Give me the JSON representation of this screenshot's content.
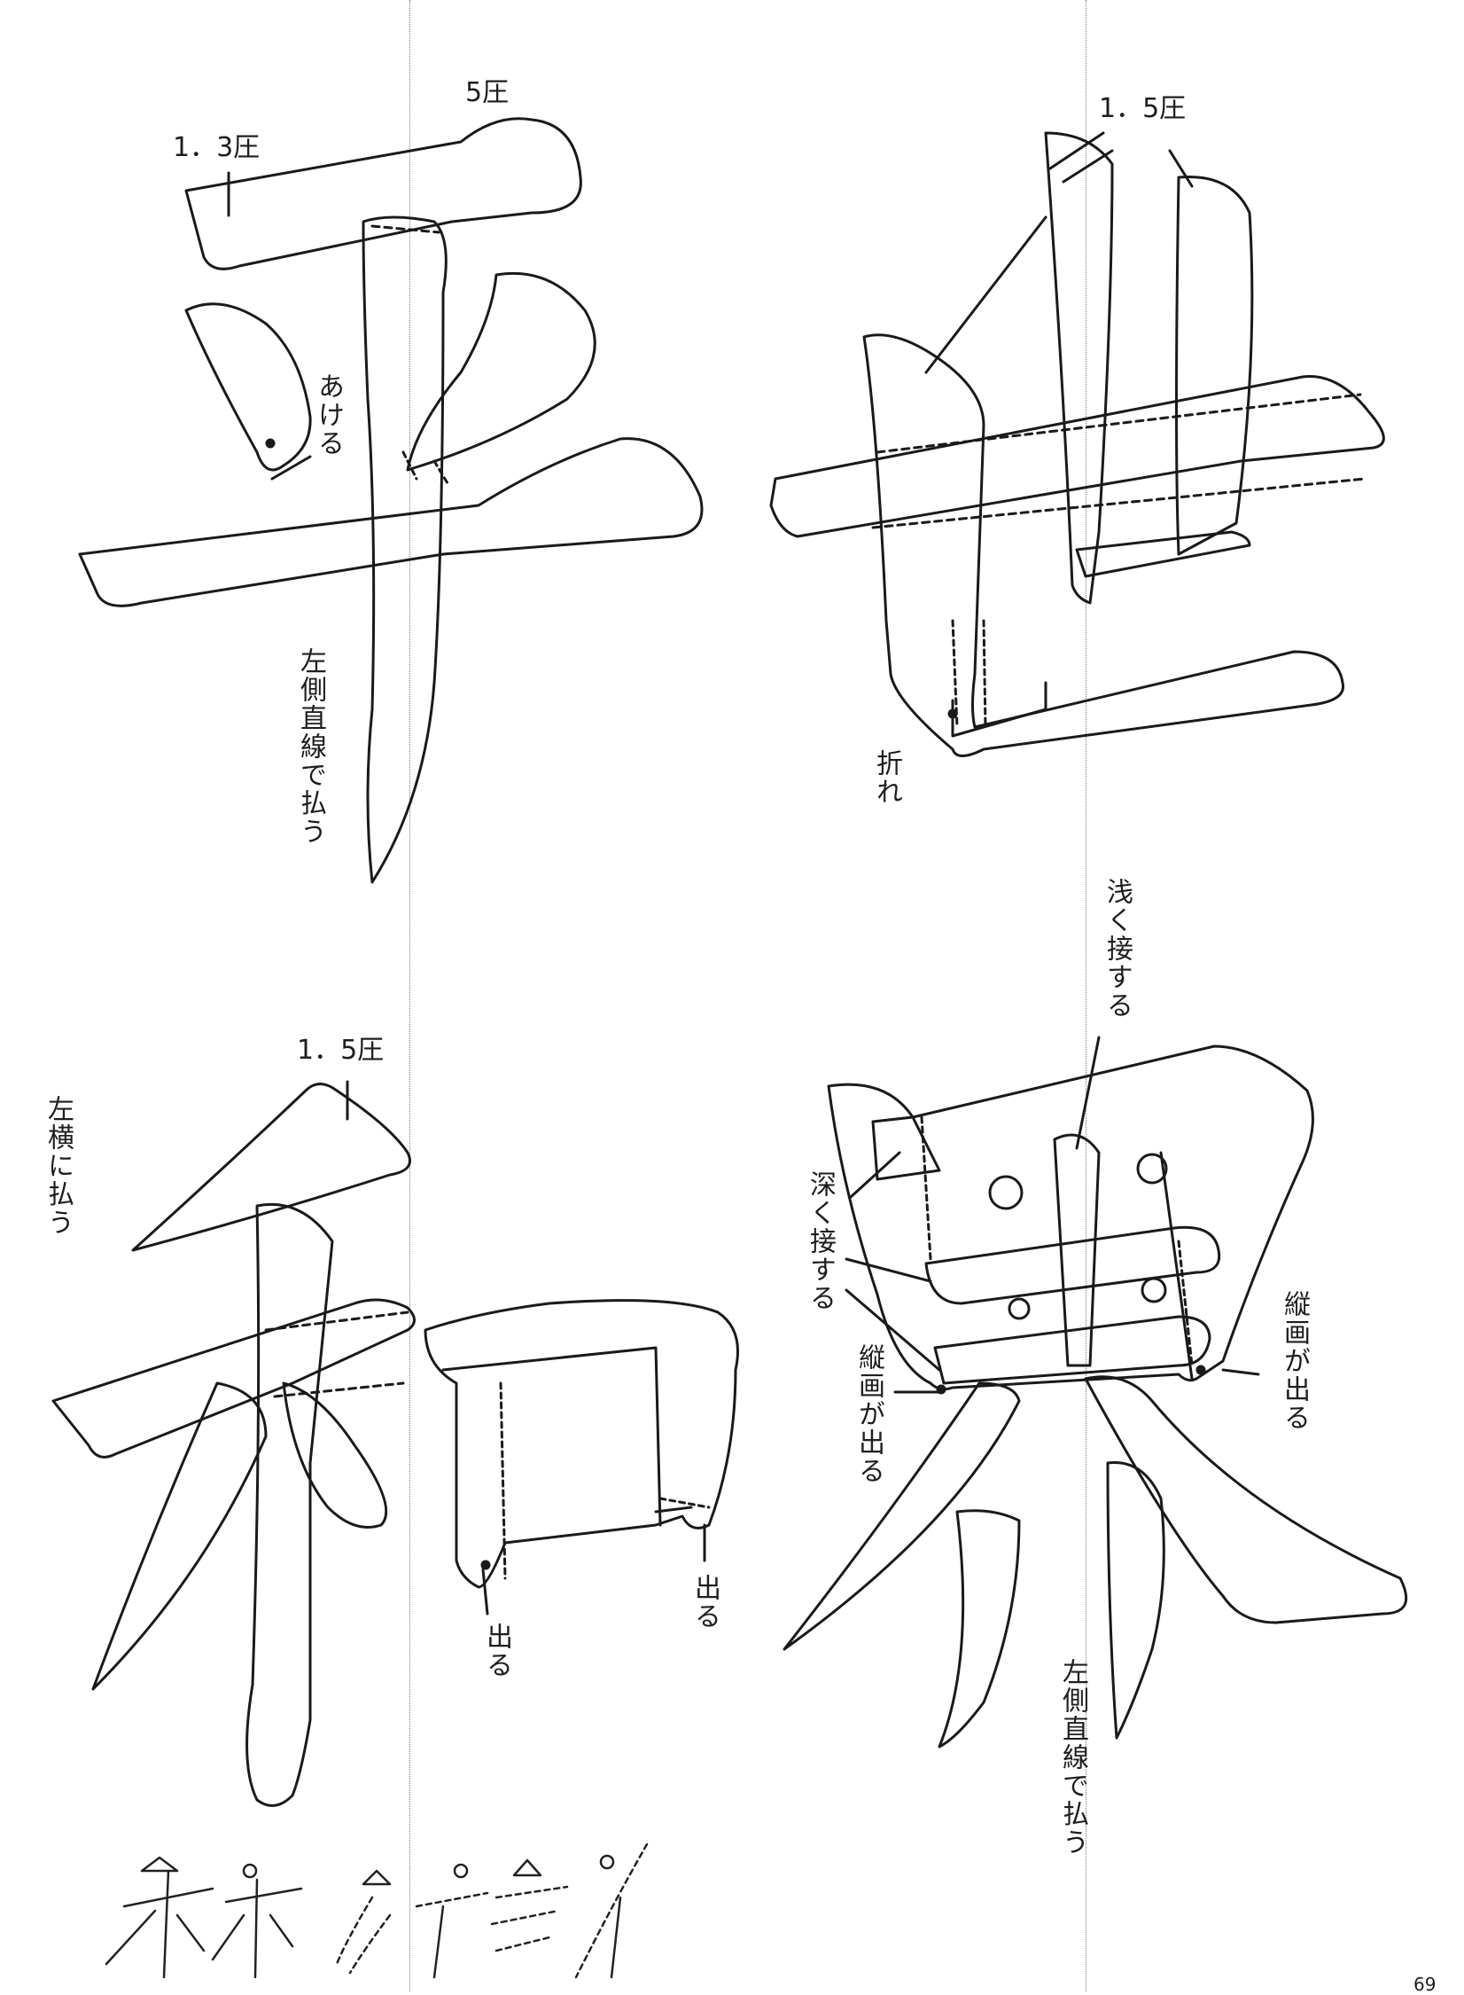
{
  "sheet": {
    "characters": [
      {
        "char": "平",
        "label": "character-hei"
      },
      {
        "char": "世",
        "label": "character-se"
      },
      {
        "char": "和",
        "label": "character-wa"
      },
      {
        "char": "界",
        "label": "character-kai"
      }
    ],
    "annotations": {
      "hei_pressure_left": "1．3圧",
      "hei_pressure_right": "5圧",
      "hei_open": "あける",
      "hei_sweep": "左側直線で払う",
      "se_pressure": "1．5圧",
      "se_fold": "折れ",
      "wa_pressure": "1．5圧",
      "wa_sweep_left": "左横に払う",
      "wa_out_left": "出る",
      "wa_out_right": "出る",
      "kai_shallow": "浅く接する",
      "kai_deep": "深く接する",
      "kai_vertical_left": "縦画が出る",
      "kai_vertical_right": "縦画が出る",
      "kai_sweep": "左側直線で払う"
    },
    "page_number": "69"
  }
}
